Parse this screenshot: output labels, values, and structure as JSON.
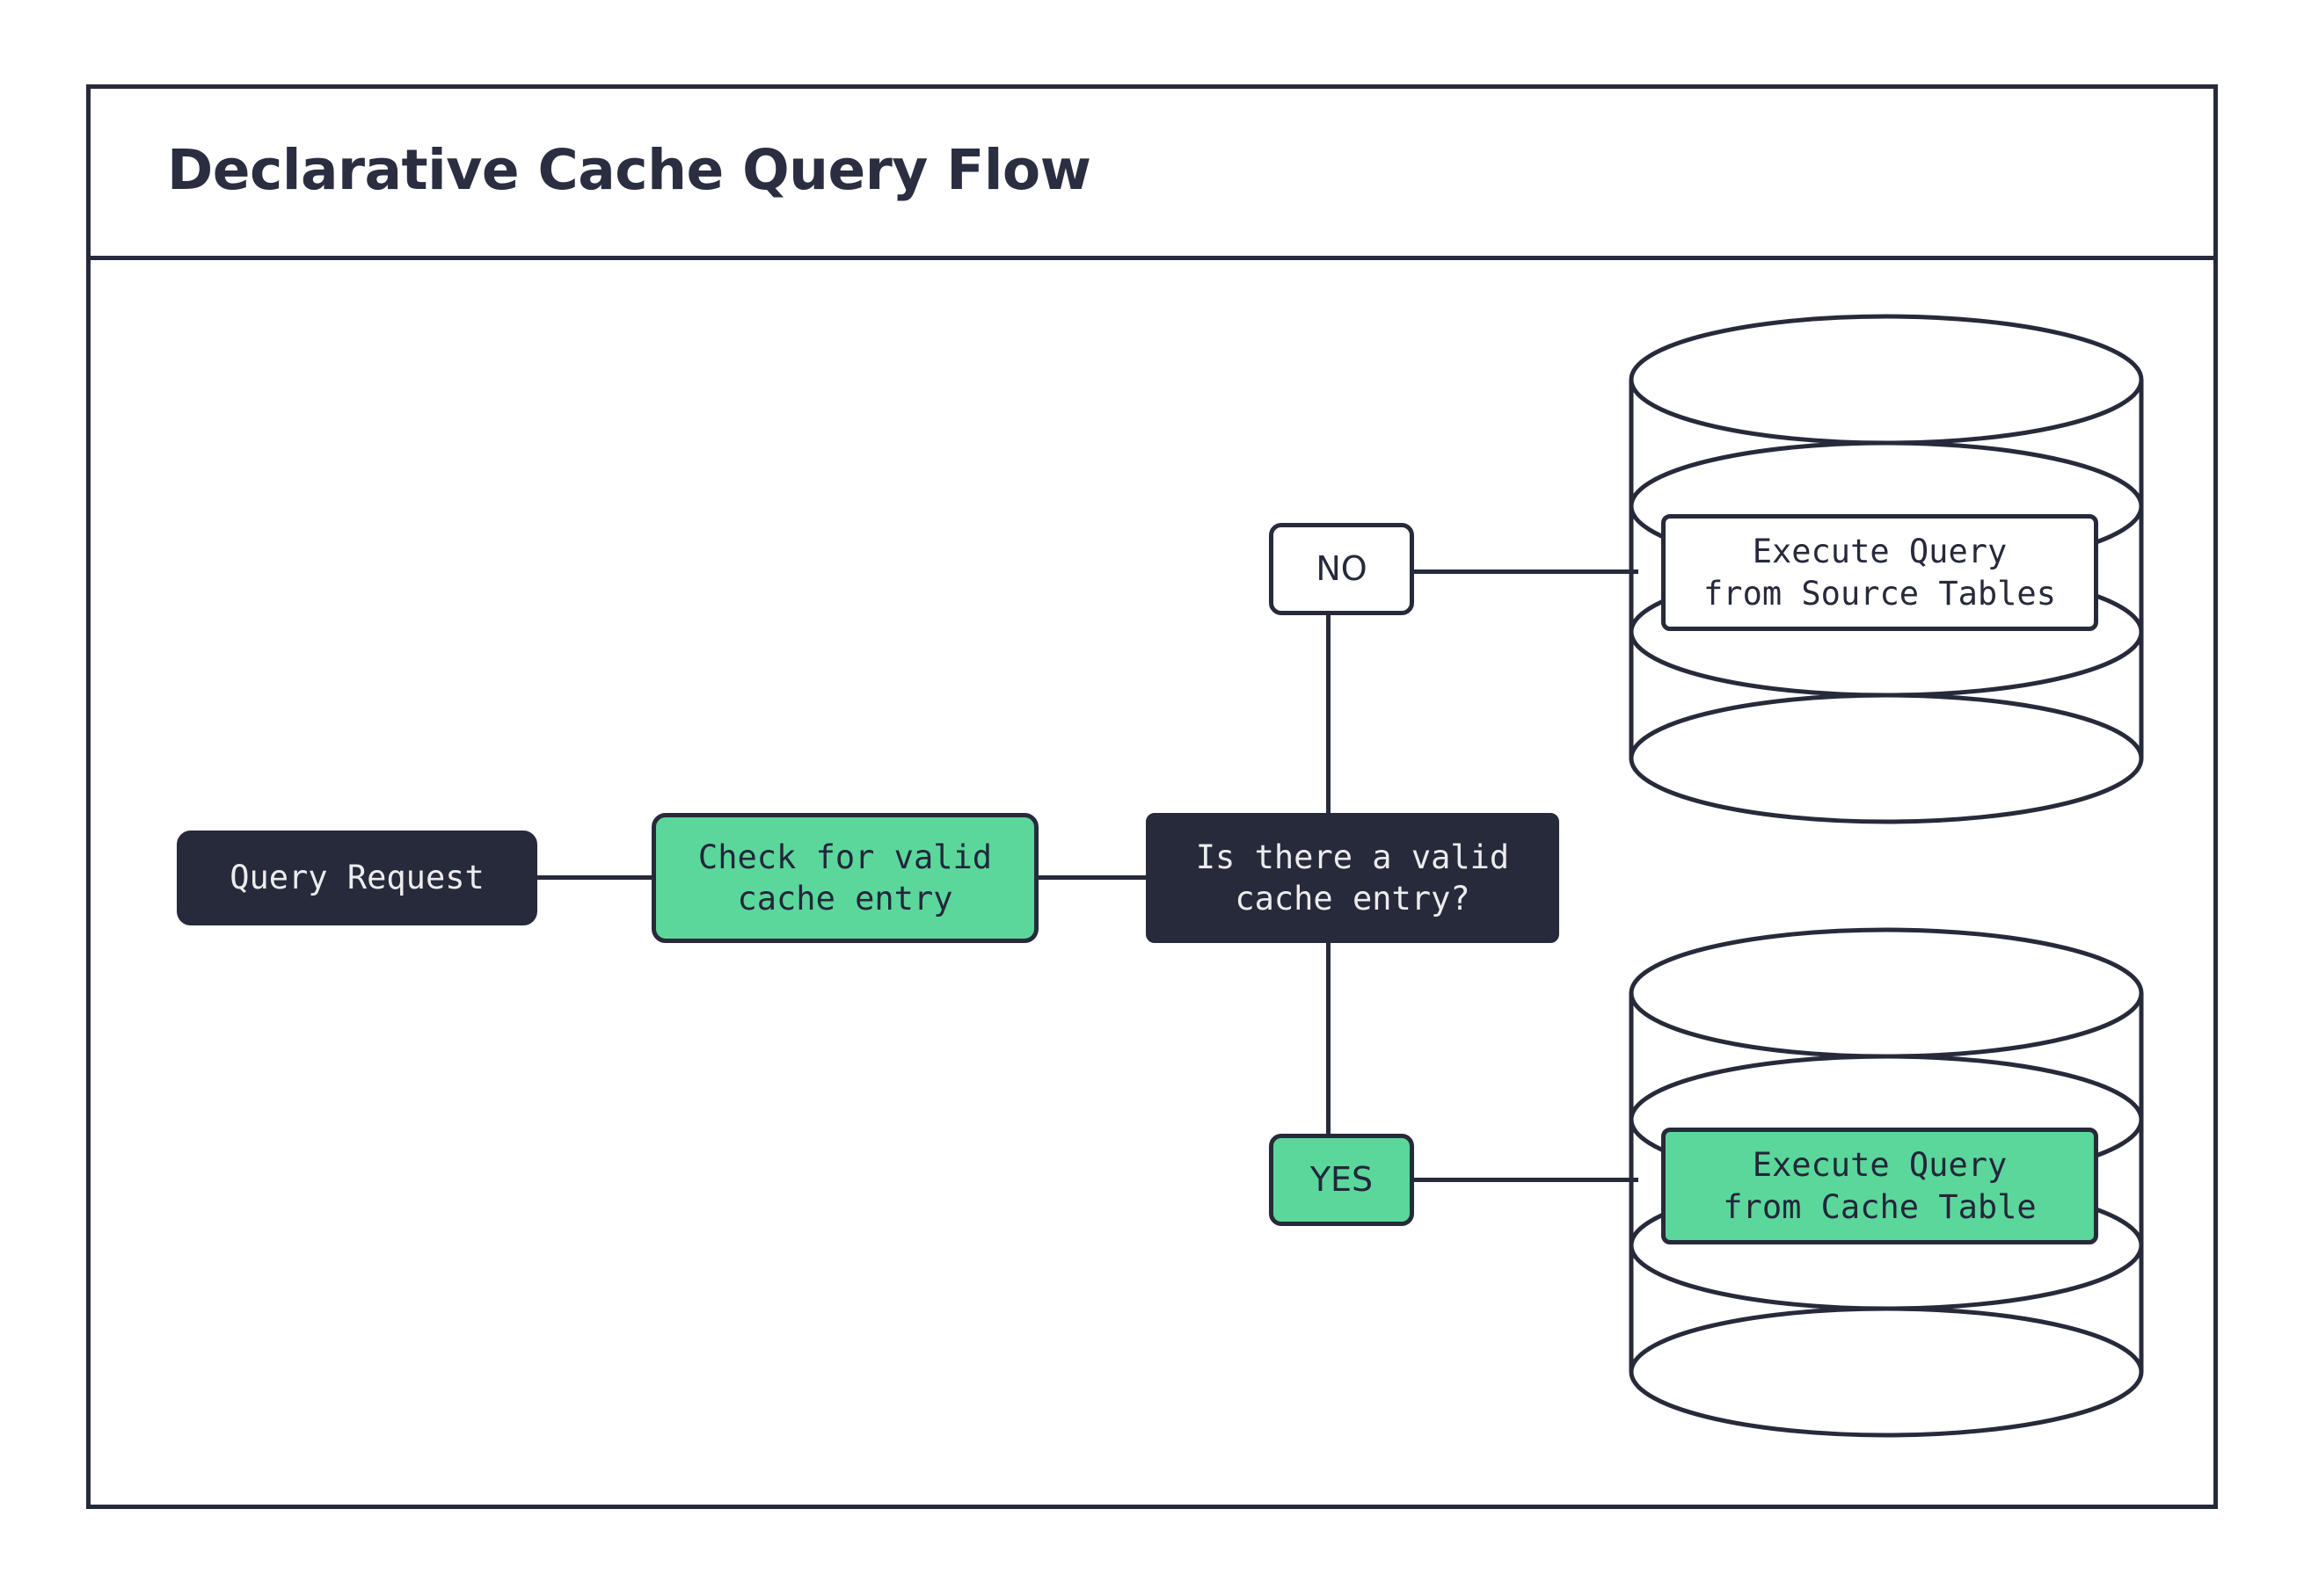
{
  "header": {
    "title": "Declarative Cache Query Flow"
  },
  "colors": {
    "ink": "#272A3A",
    "green": "#5BD79C",
    "white": "#FFFFFF",
    "text_light": "#ECECEF"
  },
  "flow": {
    "nodes": [
      {
        "id": "query-request",
        "label": "Query Request",
        "style": "dark"
      },
      {
        "id": "check-cache",
        "label": "Check for valid\ncache entry",
        "style": "green"
      },
      {
        "id": "decision",
        "label": "Is there a valid\ncache entry?",
        "style": "dark"
      },
      {
        "id": "execute-source",
        "label": "Execute Query\nfrom Source Tables",
        "style": "white"
      },
      {
        "id": "execute-cache",
        "label": "Execute Query\nfrom Cache Table",
        "style": "green"
      }
    ],
    "branch_labels": [
      {
        "id": "no",
        "label": "NO",
        "style": "white"
      },
      {
        "id": "yes",
        "label": "YES",
        "style": "green"
      }
    ],
    "databases": [
      {
        "id": "source-tables",
        "icon": "database-cylinder-icon"
      },
      {
        "id": "cache-table",
        "icon": "database-cylinder-icon"
      }
    ],
    "edges": [
      {
        "from": "query-request",
        "to": "check-cache"
      },
      {
        "from": "check-cache",
        "to": "decision"
      },
      {
        "from": "decision",
        "to": "no"
      },
      {
        "from": "decision",
        "to": "yes"
      },
      {
        "from": "no",
        "to": "execute-source"
      },
      {
        "from": "yes",
        "to": "execute-cache"
      }
    ]
  }
}
